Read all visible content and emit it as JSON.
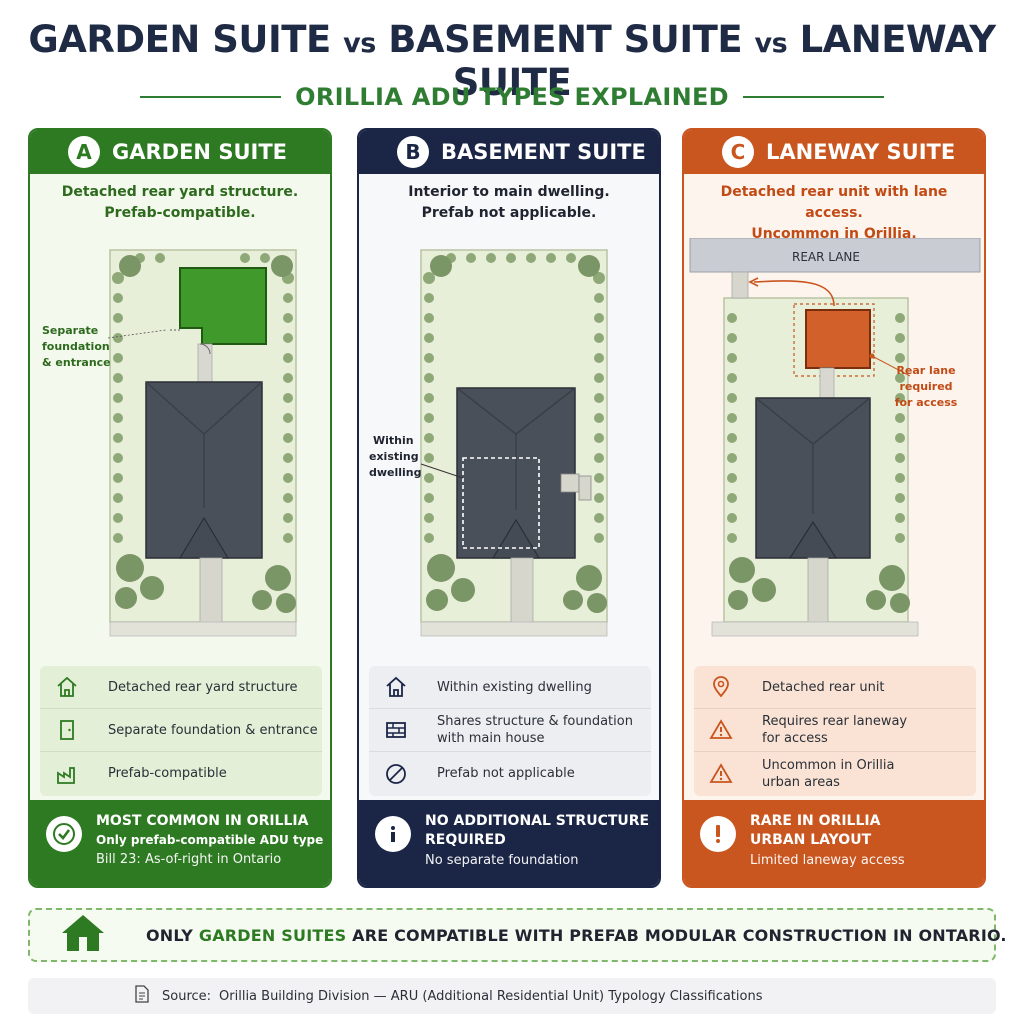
{
  "header": {
    "title_part1": "GARDEN SUITE",
    "title_vs1": "vs",
    "title_part2": "BASEMENT SUITE",
    "title_vs2": "vs",
    "title_part3": "LANEWAY SUITE",
    "subtitle": "ORILLIA ADU TYPES EXPLAINED"
  },
  "colors": {
    "green": "#2d7a22",
    "navy": "#1b2647",
    "orange": "#c9551f"
  },
  "panels": [
    {
      "letter": "A",
      "title": "GARDEN SUITE",
      "desc_line1": "Detached rear yard structure.",
      "desc_line2": "Prefab-compatible.",
      "annotation": [
        "Separate",
        "foundation",
        "& entrance"
      ],
      "features": [
        {
          "icon": "house-icon",
          "text": "Detached rear yard structure"
        },
        {
          "icon": "door-icon",
          "text": "Separate foundation & entrance"
        },
        {
          "icon": "factory-icon",
          "text": "Prefab-compatible"
        }
      ],
      "footer": {
        "icon": "checkmark-icon",
        "line1": "MOST COMMON IN ORILLIA",
        "line2": "Only prefab-compatible ADU type",
        "line3": "Bill 23: As-of-right in Ontario"
      }
    },
    {
      "letter": "B",
      "title": "BASEMENT SUITE",
      "desc_line1": "Interior to main dwelling.",
      "desc_line2": "Prefab not applicable.",
      "annotation": [
        "Within",
        "existing",
        "dwelling"
      ],
      "features": [
        {
          "icon": "house-icon",
          "text": "Within existing dwelling"
        },
        {
          "icon": "brick-wall-icon",
          "text_line1": "Shares structure & foundation",
          "text_line2": "with main house"
        },
        {
          "icon": "prohibited-icon",
          "text": "Prefab not applicable"
        }
      ],
      "footer": {
        "icon": "info-icon",
        "line1": "NO ADDITIONAL STRUCTURE",
        "line1b": "REQUIRED",
        "line3": "No separate foundation"
      }
    },
    {
      "letter": "C",
      "title": "LANEWAY SUITE",
      "desc_line1": "Detached rear unit with lane access.",
      "desc_line2": "Uncommon in Orillia.",
      "lane_label": "REAR LANE",
      "annotation": [
        "Rear lane",
        "required",
        "for access"
      ],
      "features": [
        {
          "icon": "location-pin-icon",
          "text": "Detached rear unit"
        },
        {
          "icon": "warning-icon",
          "text_line1": "Requires rear laneway",
          "text_line2": "for access"
        },
        {
          "icon": "warning-icon",
          "text_line1": "Uncommon in Orillia",
          "text_line2": "urban areas"
        }
      ],
      "footer": {
        "icon": "exclamation-icon",
        "line1": "RARE IN ORILLIA",
        "line1b": "URBAN LAYOUT",
        "line3": "Limited laneway access"
      }
    }
  ],
  "banner": {
    "pre": "ONLY",
    "highlight": "GARDEN SUITES",
    "post": "ARE COMPATIBLE WITH PREFAB MODULAR CONSTRUCTION IN ONTARIO."
  },
  "source": {
    "label": "Source:",
    "text": "Orillia Building Division — ARU (Additional Residential Unit) Typology Classifications"
  }
}
